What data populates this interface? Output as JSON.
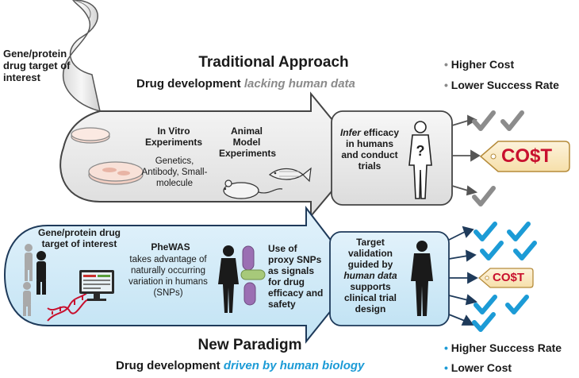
{
  "traditional": {
    "gene_label": "Gene/protein drug target of interest",
    "title": "Traditional Approach",
    "subtitle_prefix": "Drug development ",
    "subtitle_emphasis": "lacking human data",
    "bullets": [
      "Higher Cost",
      "Lower Success Rate"
    ],
    "in_vitro_title": "In Vitro Experiments",
    "in_vitro_desc": "Genetics, Antibody, Small-molecule",
    "animal_title": "Animal Model Experiments",
    "infer_emphasis": "Infer",
    "infer_rest": "efficacy in humans and conduct trials",
    "cost_tag": "CO$T"
  },
  "new": {
    "gene_label": "Gene/protein drug target of interest",
    "phewas_title": "PheWAS",
    "phewas_desc": "takes advantage of naturally occurring variation in humans (SNPs)",
    "proxy_text": "Use of proxy SNPs as signals for drug efficacy and safety",
    "target_pre": "Target validation guided by",
    "target_emphasis": "human data",
    "target_post": "supports clinical trial design",
    "cost_tag": "CO$T",
    "title": "New Paradigm",
    "subtitle_prefix": "Drug development ",
    "subtitle_emphasis": "driven by human biology",
    "bullets": [
      "Higher Success Rate",
      "Lower Cost"
    ]
  },
  "colors": {
    "gray_check": "#8c8c8c",
    "blue_check": "#1c9bd6",
    "cost_red": "#c8102e",
    "tag_fill": "#fbecc9",
    "dna_red": "#c8102e"
  }
}
